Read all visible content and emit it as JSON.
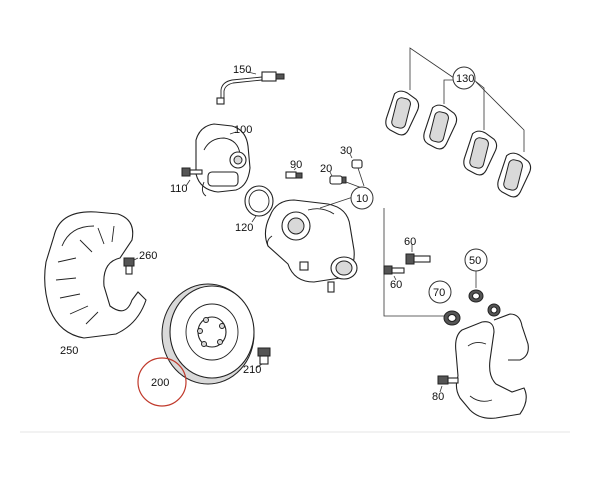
{
  "labels": {
    "l150": "150",
    "l100": "100",
    "l130": "130",
    "l90": "90",
    "l30": "30",
    "l20": "20",
    "l110": "110",
    "l10": "10",
    "l120": "120",
    "l260": "260",
    "l60a": "60",
    "l60b": "60",
    "l50": "50",
    "l70": "70",
    "l250": "250",
    "l210": "210",
    "l200": "200",
    "l80": "80"
  },
  "colors": {
    "highlight_circle": "#c0392b",
    "line": "#222222"
  }
}
